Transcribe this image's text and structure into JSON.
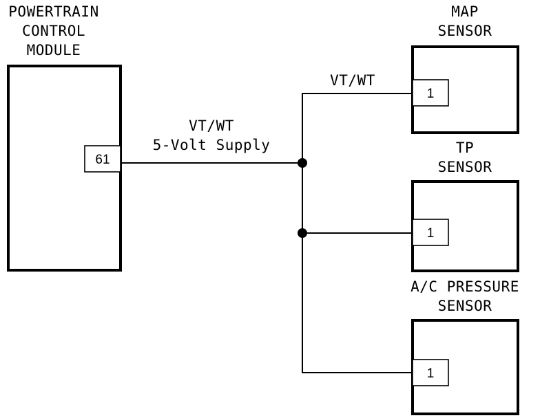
{
  "pcm": {
    "title_lines": [
      "POWERTRAIN",
      "CONTROL",
      "MODULE"
    ],
    "pin": "61"
  },
  "supply_wire": {
    "color_code": "VT/WT",
    "description": "5-Volt Supply"
  },
  "branch_wire": {
    "color_code": "VT/WT"
  },
  "sensors": [
    {
      "title_lines": [
        "MAP",
        "SENSOR"
      ],
      "pin": "1"
    },
    {
      "title_lines": [
        "TP",
        "SENSOR"
      ],
      "pin": "1"
    },
    {
      "title_lines": [
        "A/C PRESSURE",
        "SENSOR"
      ],
      "pin": "1"
    }
  ]
}
